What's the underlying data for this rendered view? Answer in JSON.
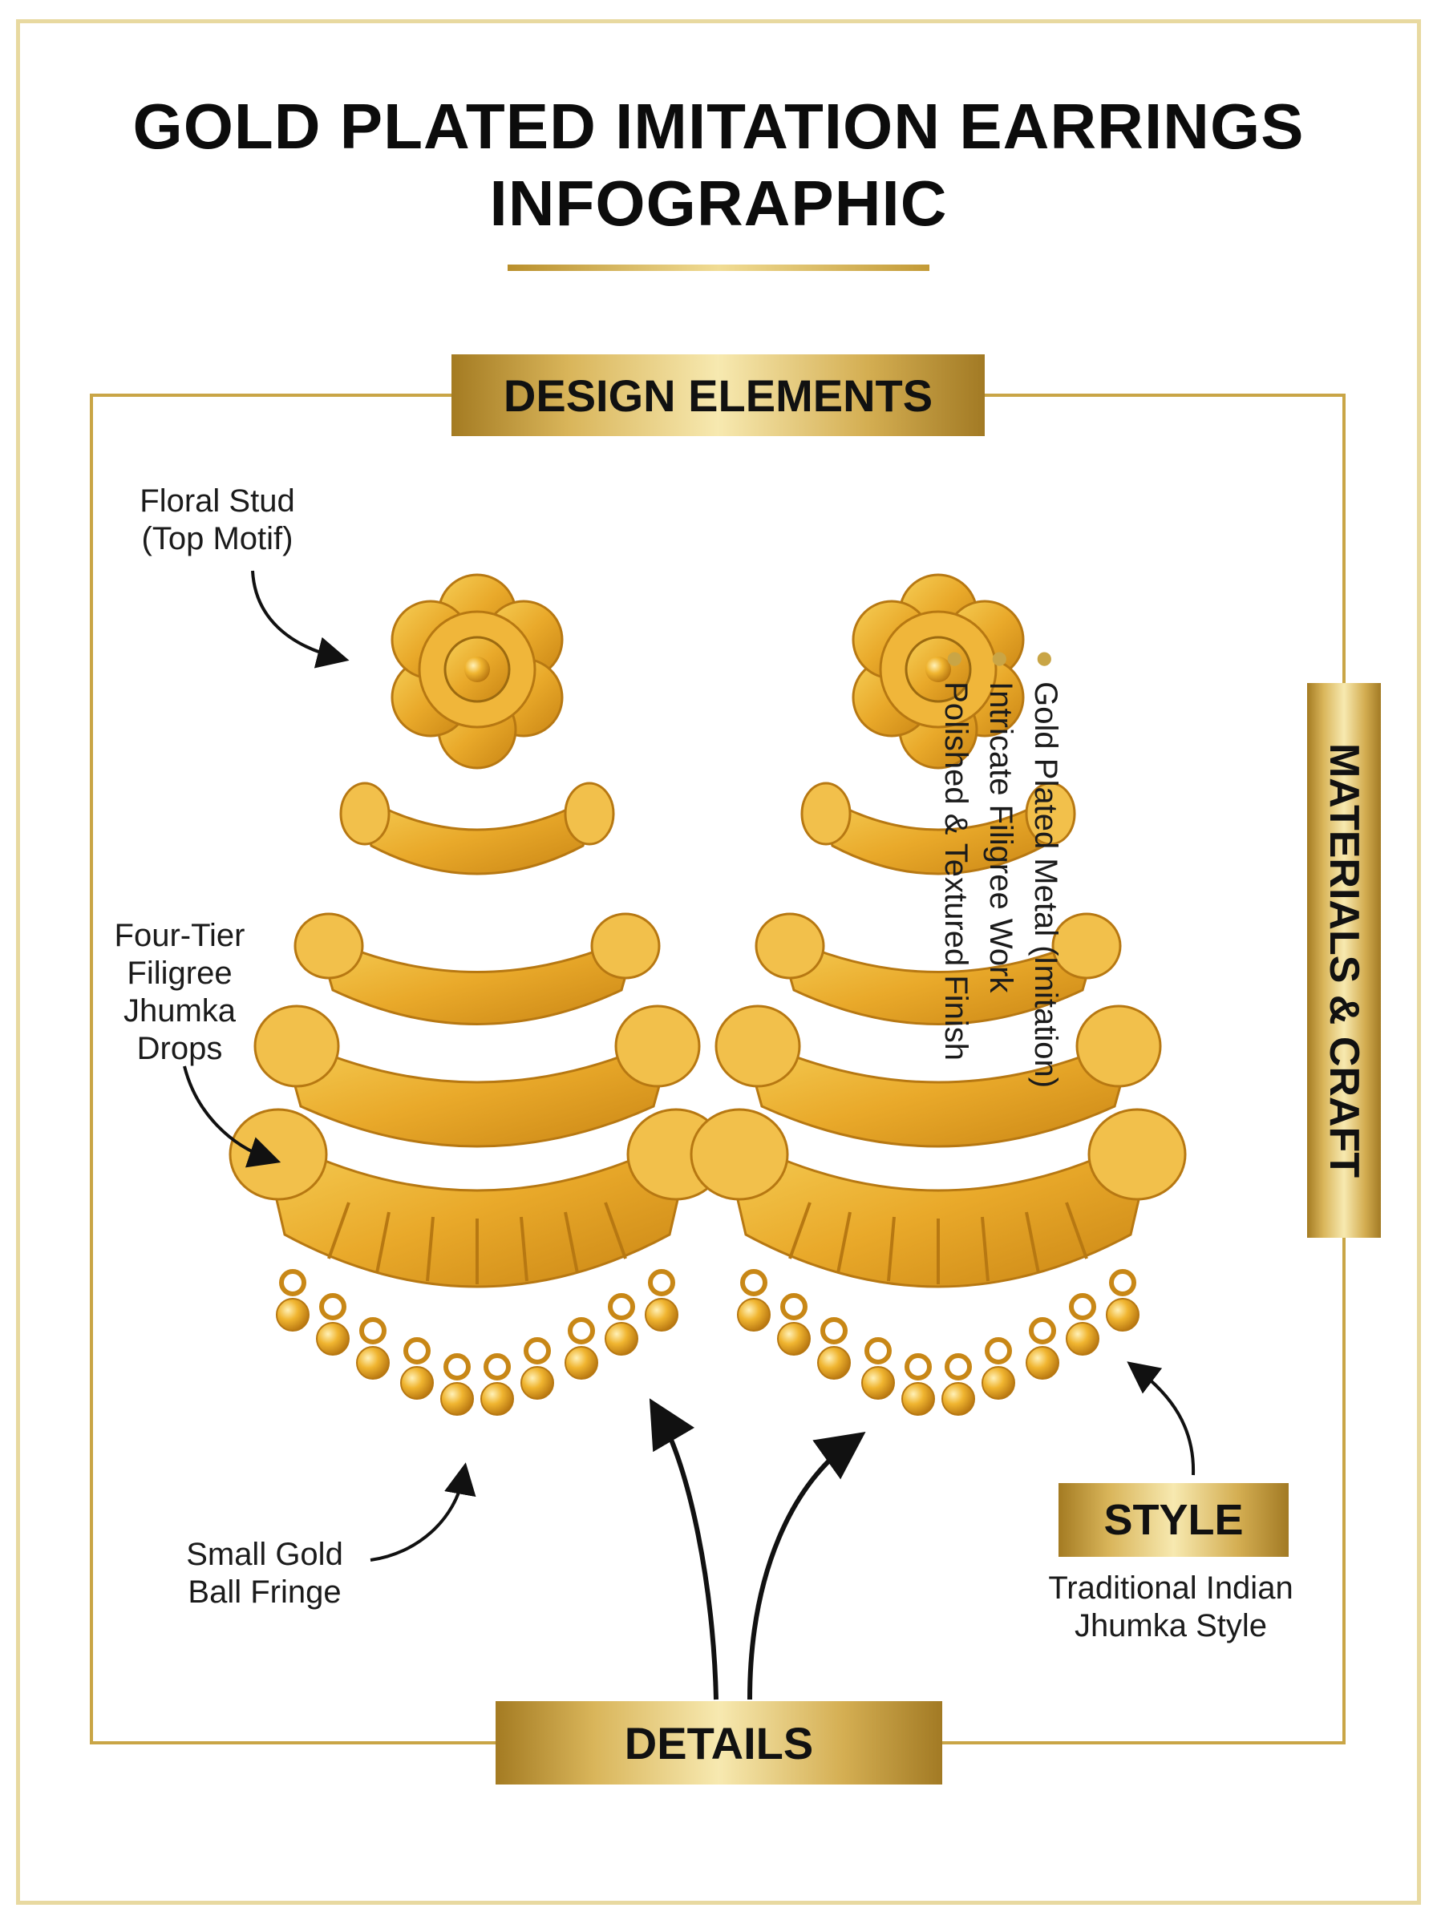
{
  "title": {
    "line1": "GOLD PLATED IMITATION EARRINGS",
    "line2": "INFOGRAPHIC"
  },
  "sections": {
    "design_elements": "DESIGN ELEMENTS",
    "materials_craft": "MATERIALS & CRAFT",
    "style": "STYLE",
    "details": "DETAILS"
  },
  "callouts": {
    "floral_stud": [
      "Floral Stud",
      "(Top Motif)"
    ],
    "four_tier": [
      "Four-Tier",
      "Filigree",
      "Jhumka",
      "Drops"
    ],
    "ball_fringe": [
      "Small Gold",
      "Ball Fringe"
    ],
    "style_text": [
      "Traditional Indian",
      "Jhumka Style"
    ]
  },
  "materials": [
    "Gold Plated Metal (Imitation)",
    "Intricate Filigree Work",
    "Polished & Textured Finish"
  ],
  "images": [
    {
      "name": "left-earring",
      "description_icon": "gold-jhumka-earring"
    },
    {
      "name": "right-earring",
      "description_icon": "gold-jhumka-earring"
    }
  ],
  "colors": {
    "gold_dark": "#a47b22",
    "gold_light": "#f7e9b0",
    "frame_gold": "#c9a546",
    "earring_gold": "#e8a82a",
    "text": "#111111"
  }
}
